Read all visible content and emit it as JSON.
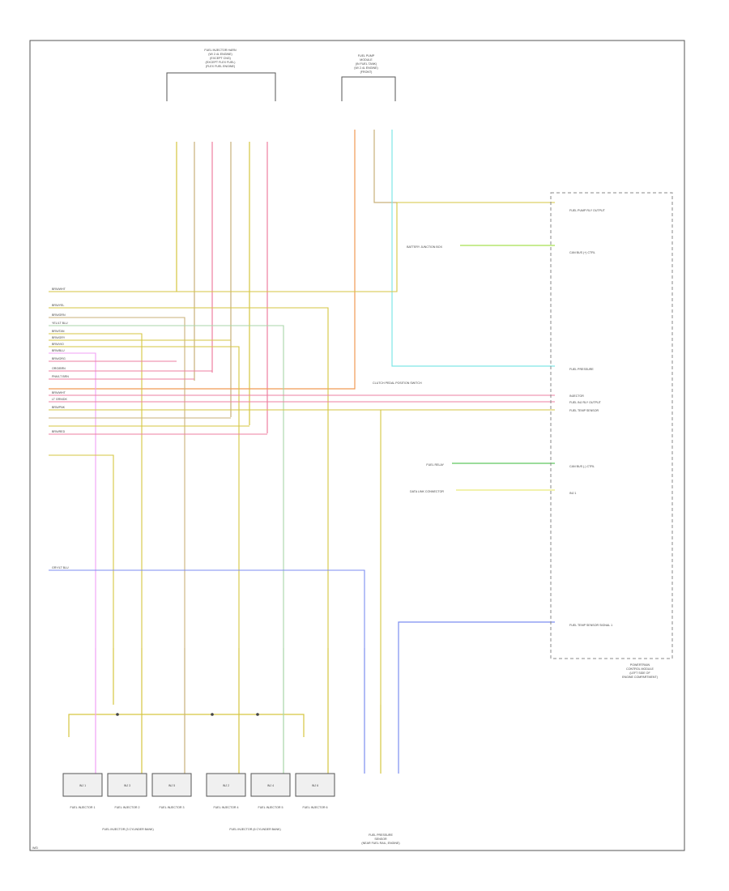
{
  "page_footer": "W/D",
  "wire_colors": {
    "yellow": "#d6c640",
    "tan": "#c9b17a",
    "pink": "#ee7fa0",
    "magenta": "#f0a0f5",
    "orange": "#f09a55",
    "cyan": "#7fe6e6",
    "green": "#5fc75f",
    "lime": "#a8e050",
    "blue": "#7c8ef0",
    "pale_yellow": "#eaea7a",
    "ltgreen": "#a8d6a8"
  },
  "connectors": {
    "top_left_header": [
      "FUEL INJECTOR HARN",
      "(W/ 2.4L ENGINE)",
      "(EXCEPT CNG)",
      "(EXCEPT FLEX FUEL)",
      "(FLEX FUEL ENGINE)"
    ],
    "top_mid_header": [
      "FUEL PUMP",
      "MODULE",
      "(IN FUEL TANK)",
      "(W/ 2.4L ENGINE)",
      "(FRONT)"
    ],
    "pcm_label": [
      "POWERTRAIN",
      "CONTROL MODULE",
      "(LEFT SIDE OF",
      "ENGINE COMPARTMENT)"
    ],
    "pcm_pins": [
      "FUEL PUMP RLY OUTPUT",
      "CAN BUS (+) CTRL",
      "FUEL PRESSURE",
      "INJECTOR",
      "FUEL INJ RLY OUTPUT",
      "FUEL TEMP SENSOR",
      "CAN BUS (-) CTRL",
      "INJ 1",
      "FUEL TEMP SENSOR SIGNAL 1"
    ],
    "side_connectors": [
      "BATTERY JUNCTION BOX",
      "FUEL RELAY",
      "DATA LINK CONNECTOR",
      "CLUTCH PEDAL POSITION SWITCH"
    ],
    "fuel_pressure_label": [
      "FUEL PRESSURE",
      "SENSOR",
      "(NEAR FUEL RAIL, ENGINE)"
    ],
    "left_group_label": "FUEL INJECTOR (3 CYLINDER BANK)",
    "right_group_label": "FUEL INJECTOR (6 CYLINDER BANK)",
    "left_wires": [
      "BRN/WHT",
      "BRN/YEL",
      "BRN/GRN",
      "YEL/LT BLU",
      "BRN/TAN",
      "BRN/GRY",
      "BRN/VIO",
      "BRN/BLU",
      "BRN/ORG",
      "ORG/BRN",
      "PNK/LT BRN",
      "BRN/WHT",
      "LT GRN/DK",
      "BRN/PNK",
      "BRN/RED",
      "GRY/LT BLU"
    ],
    "injector_labels": [
      "FUEL INJECTOR 1",
      "FUEL INJECTOR 2",
      "FUEL INJECTOR 3",
      "FUEL INJECTOR 4",
      "FUEL INJECTOR 5",
      "FUEL INJECTOR 6"
    ],
    "injector_body": [
      "INJ 1",
      "INJ 3",
      "INJ 5",
      "INJ 2",
      "INJ 4",
      "INJ 6"
    ]
  }
}
